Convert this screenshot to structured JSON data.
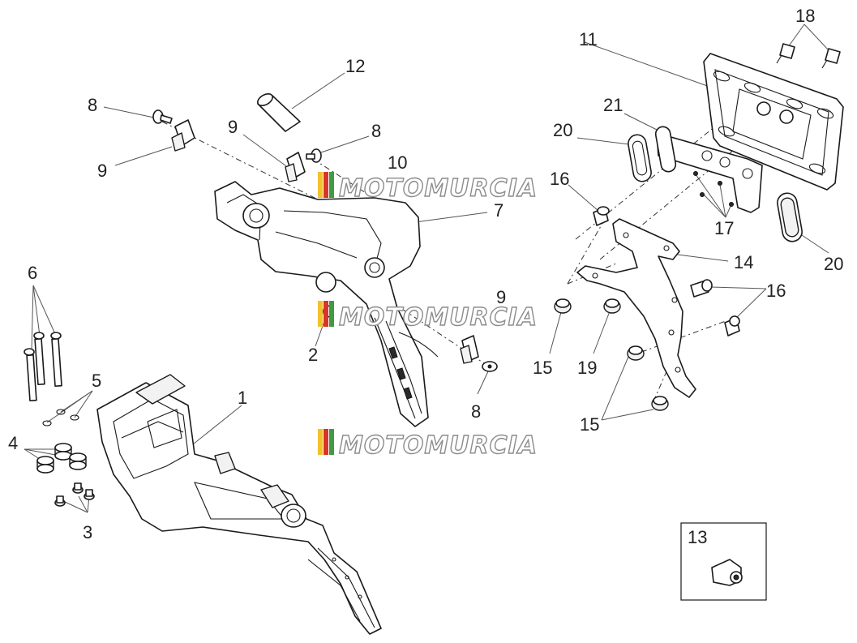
{
  "diagram": {
    "watermark_text": "MOTOMURCIA",
    "callouts": [
      "1",
      "2",
      "3",
      "4",
      "5",
      "6",
      "7",
      "8",
      "8",
      "8",
      "9",
      "9",
      "9",
      "10",
      "11",
      "12",
      "13",
      "14",
      "15",
      "15",
      "16",
      "16",
      "17",
      "18",
      "19",
      "20",
      "20",
      "21"
    ]
  },
  "colors": {
    "line": "#1a1a1a",
    "label": "#222222",
    "watermark_stripe_yellow": "#f2c12e",
    "watermark_stripe_red": "#d9342b",
    "watermark_stripe_green": "#3f9b3f",
    "watermark_outline": "#8c8c8c"
  }
}
